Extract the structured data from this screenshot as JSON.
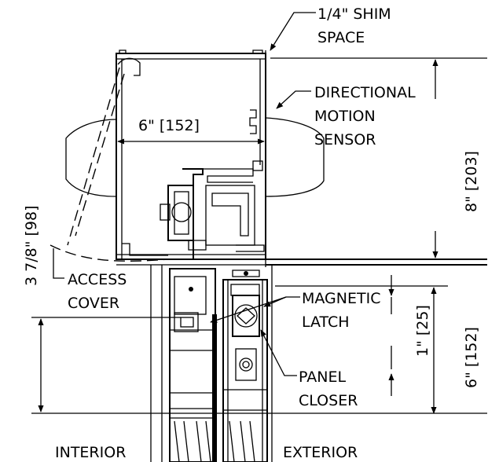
{
  "labels": {
    "shim_1": "1/4\" SHIM",
    "shim_2": "SPACE",
    "sensor_1": "DIRECTIONAL",
    "sensor_2": "MOTION",
    "sensor_3": "SENSOR",
    "access_1": "ACCESS",
    "access_2": "COVER",
    "latch_1": "MAGNETIC",
    "latch_2": "LATCH",
    "closer_1": "PANEL",
    "closer_2": "CLOSER",
    "interior": "INTERIOR",
    "exterior": "EXTERIOR"
  },
  "dimensions": {
    "width_6": "6\" [152]",
    "height_8": "8\" [203]",
    "height_3_7_8": "3 7/8\" [98]",
    "height_1": "1\" [25]",
    "height_6": "6\" [152]"
  }
}
